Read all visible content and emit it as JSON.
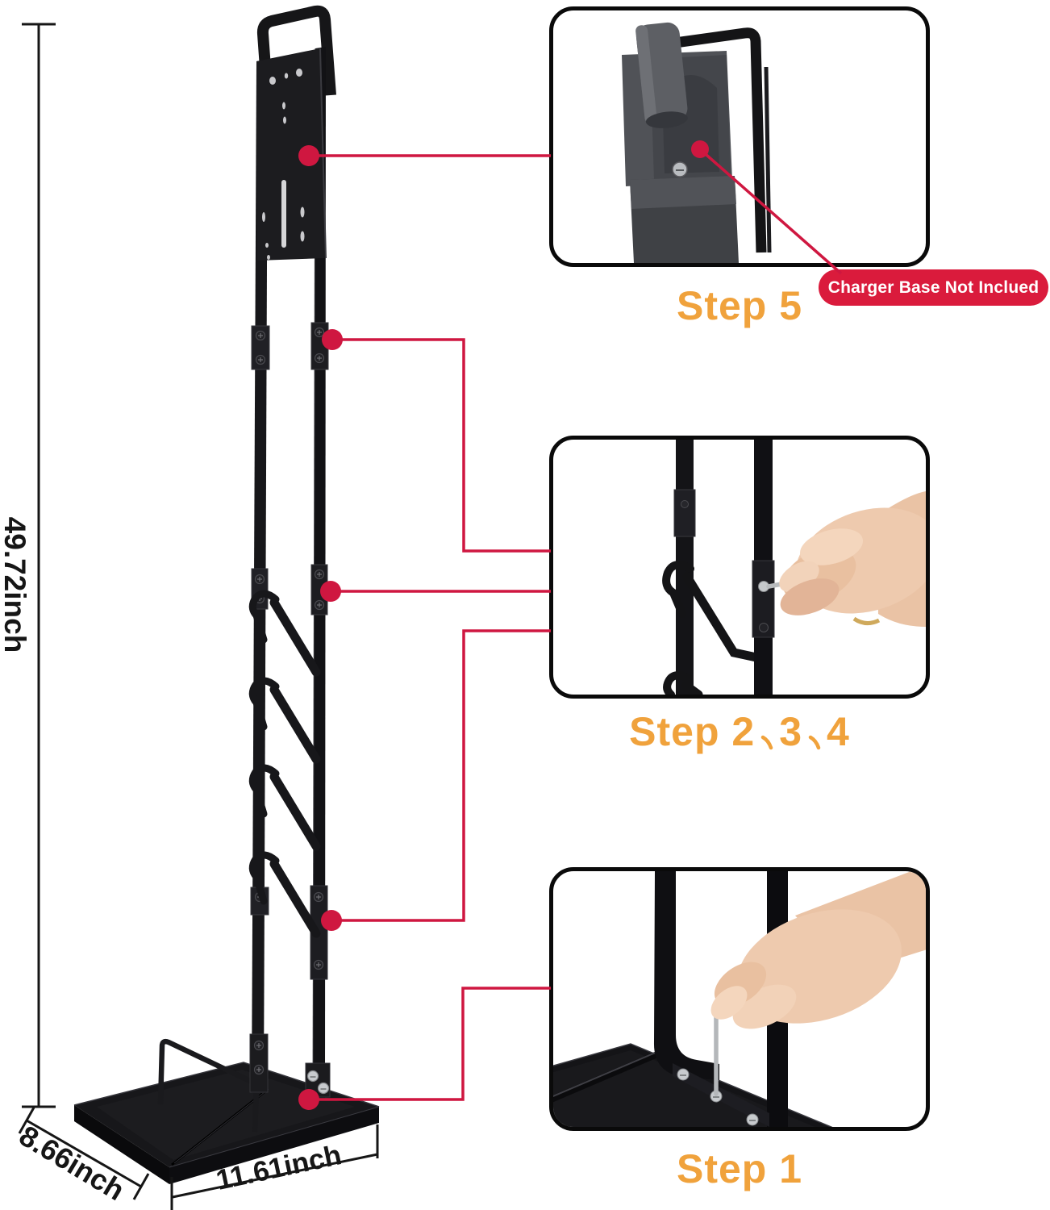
{
  "dimensions": {
    "height": "49.72inch",
    "depth": "8.66inch",
    "width": "11.61inch"
  },
  "captions": {
    "step5": {
      "label": "Step 5"
    },
    "step234": {
      "label": "Step 2、3、4",
      "parts": [
        "Step 2",
        "3",
        "4"
      ]
    },
    "step1": {
      "label": "Step 1"
    }
  },
  "badge": {
    "text": "Charger Base Not Inclued"
  },
  "icons": {
    "callout_dot": "red-circle-marker",
    "separator": "ideographic-comma",
    "screw": "screw-head",
    "hex_key": "allen-wrench"
  },
  "colors": {
    "accent_red": "#cf1740",
    "badge_red": "#da1b3c",
    "step_orange": "#f0a23c",
    "stand_black": "#151515",
    "metal_gray": "#55575c",
    "skin": "#eecaae",
    "hex_key_gray": "#b7babd"
  }
}
